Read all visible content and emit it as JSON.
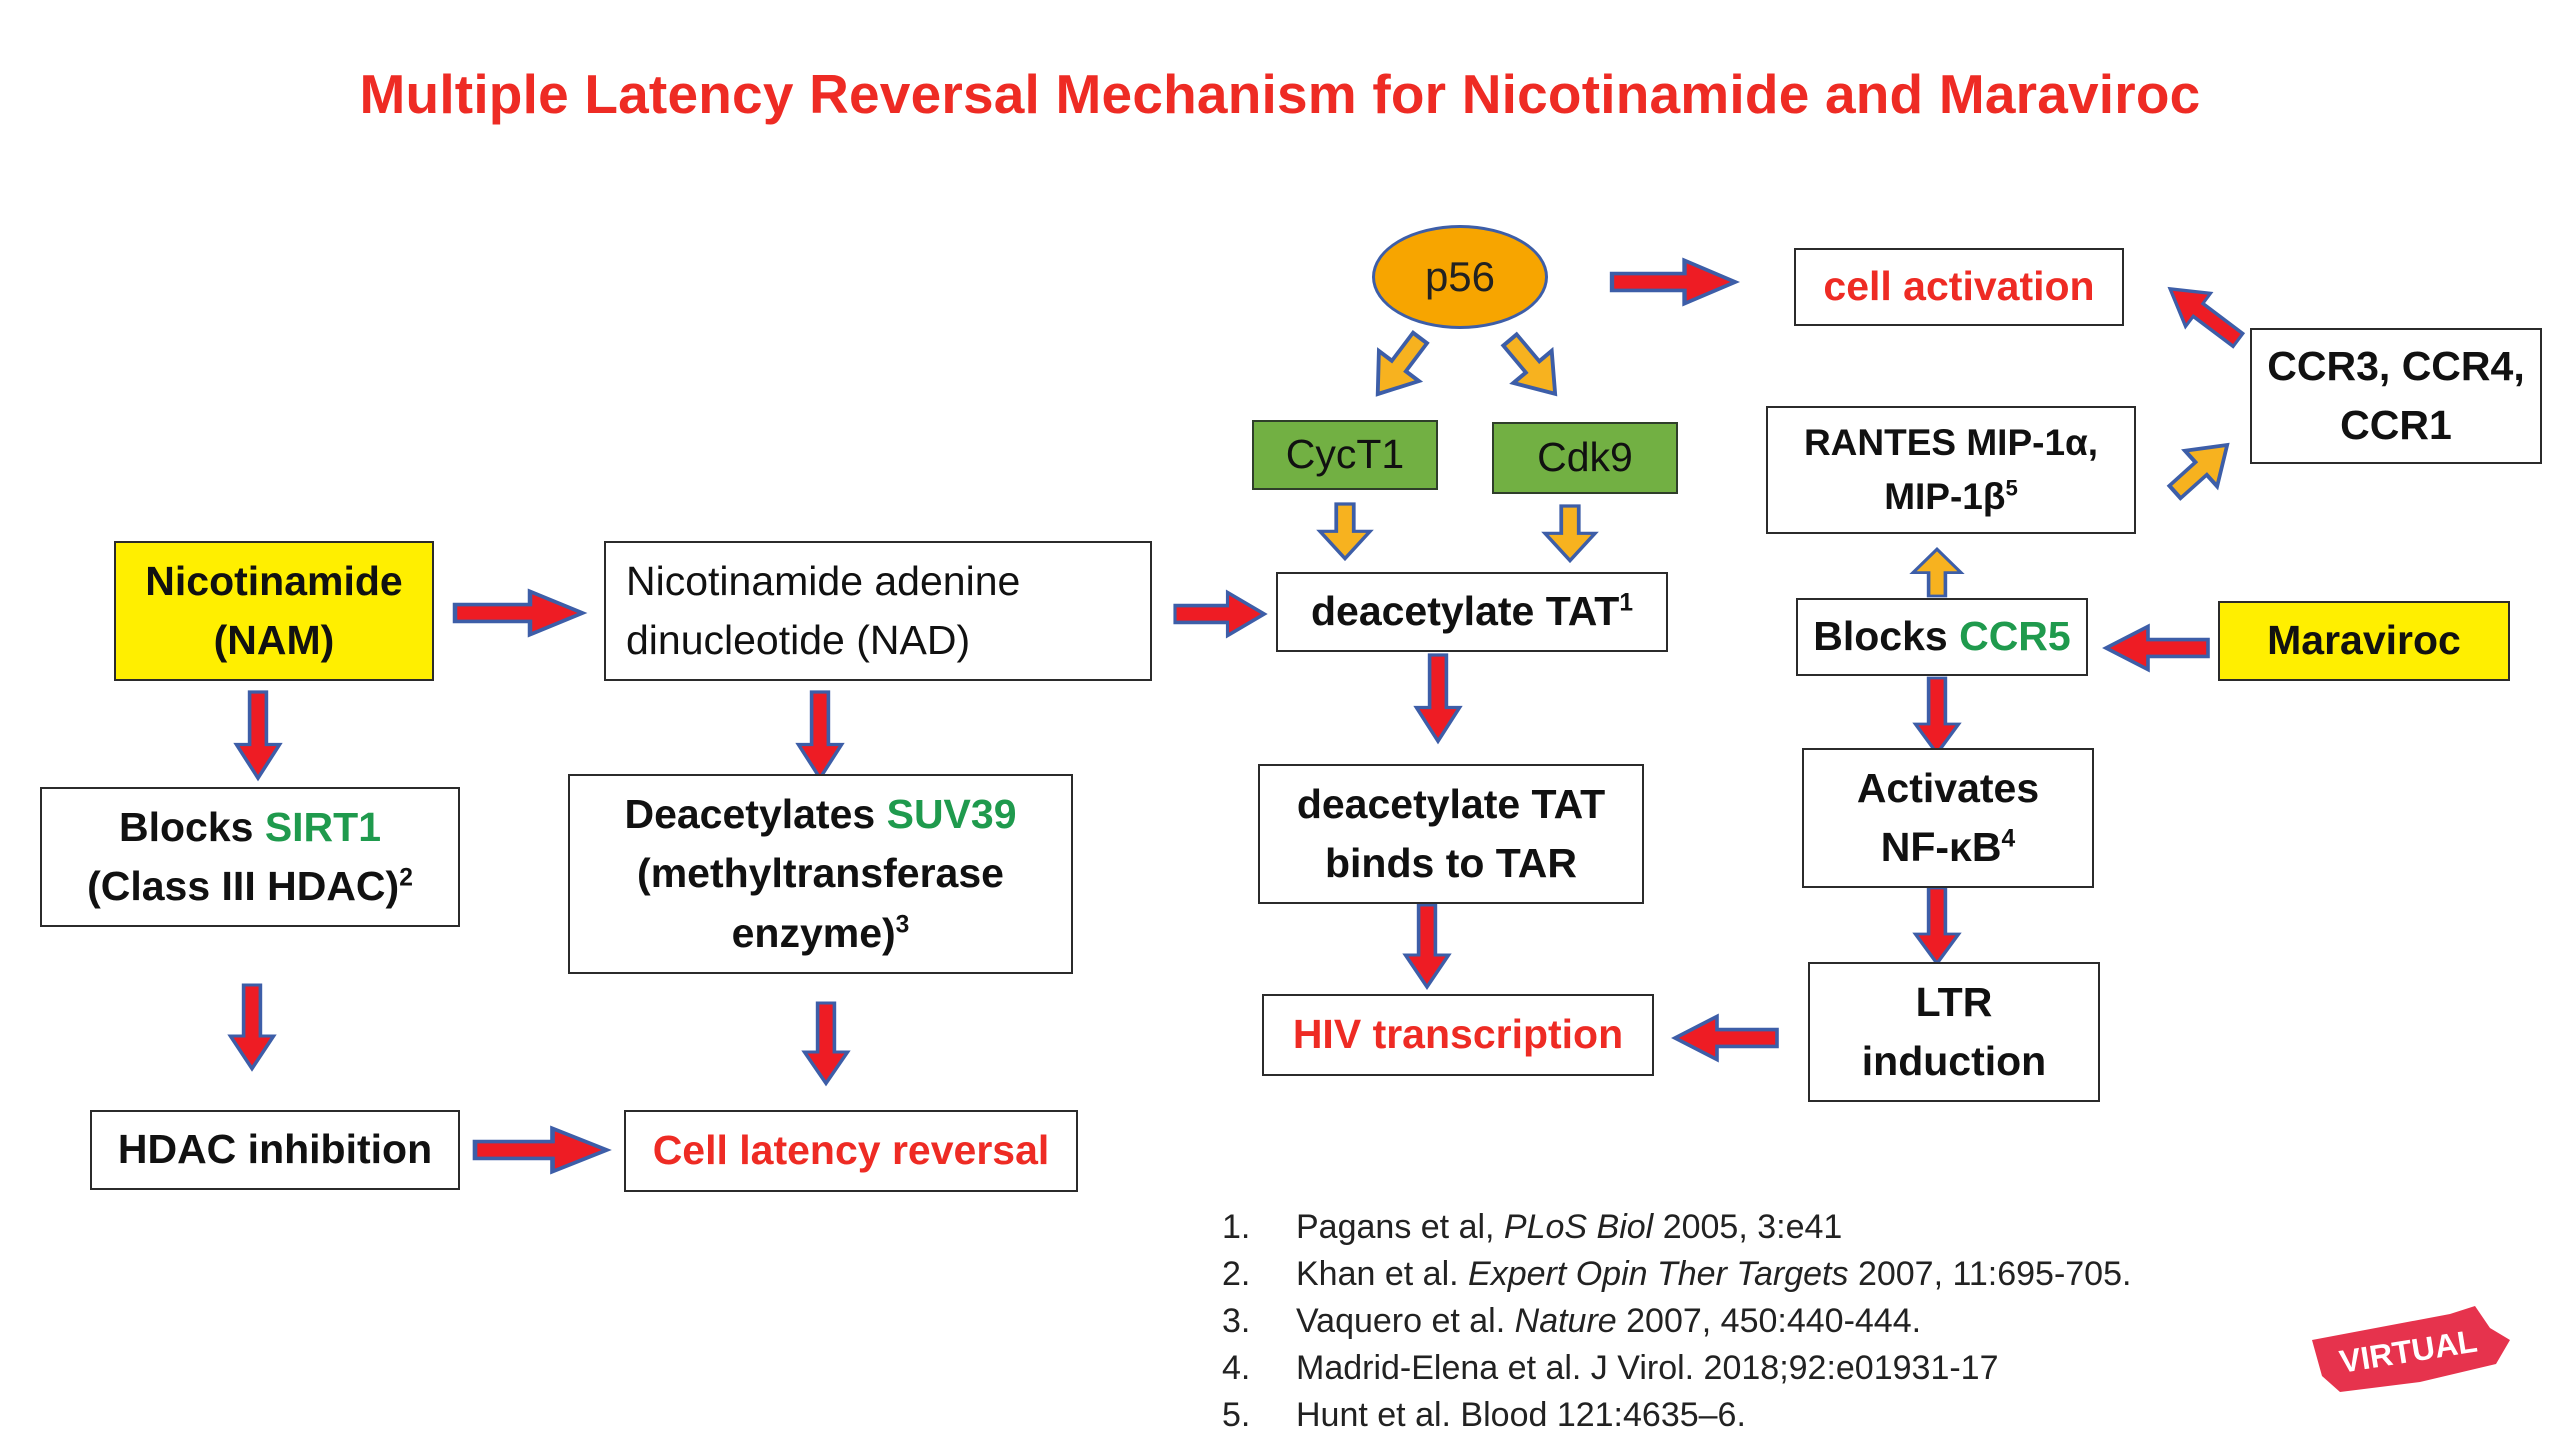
{
  "title": "Multiple Latency Reversal Mechanism for Nicotinamide and Maraviroc",
  "nodes": {
    "nam_l1": "Nicotinamide",
    "nam_l2": "(NAM)",
    "nad_l1": "Nicotinamide adenine",
    "nad_l2": "dinucleotide (NAD)",
    "sirt_pre": "Blocks ",
    "sirt_green": "SIRT1",
    "sirt_l2": "(Class III HDAC)",
    "sirt_sup": "2",
    "suv_pre": "Deacetylates ",
    "suv_green": "SUV39",
    "suv_l2": "(methyltransferase",
    "suv_l3": "enzyme)",
    "suv_sup": "3",
    "hdac": "HDAC inhibition",
    "latency": "Cell latency reversal",
    "p56": "p56",
    "cyct1": "CycT1",
    "cdk9": "Cdk9",
    "deac_tat": "deacetylate TAT",
    "deac_tat_sup": "1",
    "binds_l1": "deacetylate TAT",
    "binds_l2": "binds to TAR",
    "hiv": "HIV transcription",
    "cell_act": "cell activation",
    "ccr_l1": "CCR3, CCR4,",
    "ccr_l2": "CCR1",
    "rantes_l1": "RANTES MIP-1α,",
    "rantes_l2": "MIP-1β",
    "rantes_sup": "5",
    "ccr5_pre": "Blocks ",
    "ccr5_green": "CCR5",
    "maraviroc": "Maraviroc",
    "nfkb_l1": "Activates",
    "nfkb_l2": "NF-κB",
    "nfkb_sup": "4",
    "ltr_l1": "LTR",
    "ltr_l2": "induction"
  },
  "references": [
    {
      "num": "1.",
      "pre": "Pagans et al, ",
      "ital": "PLoS Biol",
      "post": " 2005, 3:e41"
    },
    {
      "num": "2.",
      "pre": "Khan et al. ",
      "ital": "Expert Opin Ther Targets",
      "post": " 2007, 11:695-705."
    },
    {
      "num": "3.",
      "pre": "Vaquero et al. ",
      "ital": "Nature",
      "post": " 2007, 450:440-444."
    },
    {
      "num": "4.",
      "pre": "Madrid-Elena et al. J Virol. 2018;92:e01931-17",
      "ital": "",
      "post": ""
    },
    {
      "num": "5.",
      "pre": "Hunt et al. Blood 121:4635–6.",
      "ital": "",
      "post": ""
    }
  ],
  "logo": {
    "text": "VIRTUAL"
  },
  "colors": {
    "arrow_red": "#ee1c24",
    "arrow_outline": "#3d5ea8",
    "arrow_yellow": "#f7b21f",
    "highlight_yellow": "#ffef00",
    "node_green": "#72b043",
    "title_red": "#ee2b24"
  }
}
